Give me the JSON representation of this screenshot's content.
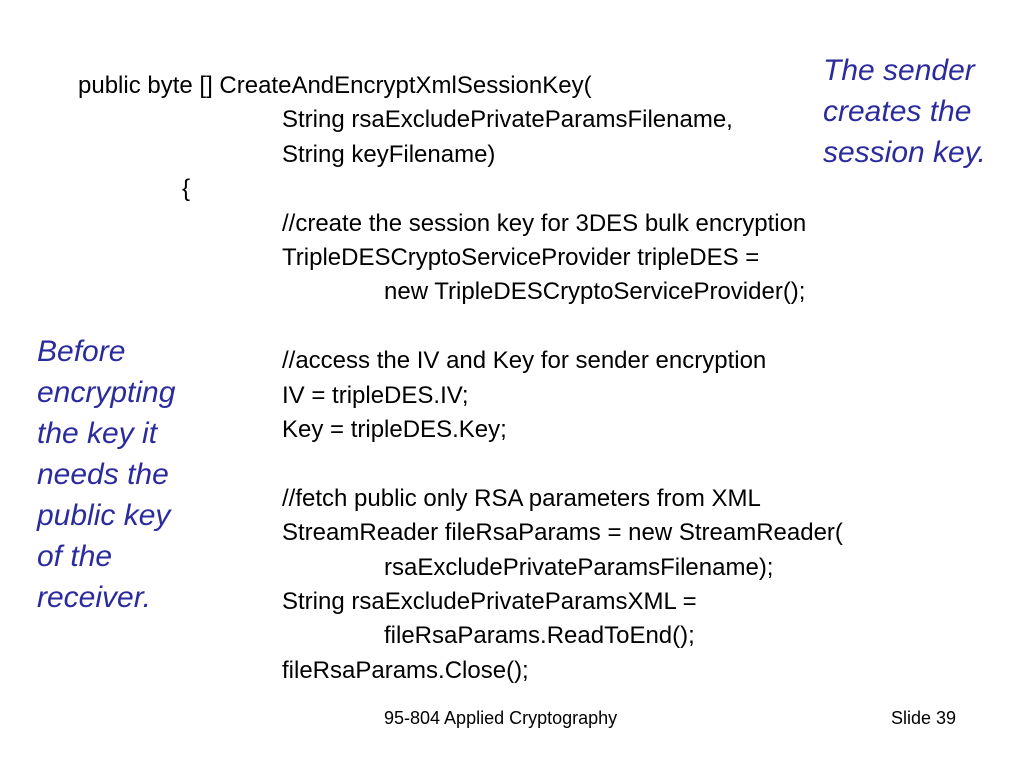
{
  "slide": {
    "code_lines": [
      {
        "text": "public byte [] CreateAndEncryptXmlSessionKey(",
        "indent": 0
      },
      {
        "text": "String rsaExcludePrivateParamsFilename,",
        "indent": 2
      },
      {
        "text": "String keyFilename)",
        "indent": 2
      },
      {
        "text": "{",
        "indent": 1
      },
      {
        "text": "//create the session key for 3DES bulk encryption",
        "indent": 2
      },
      {
        "text": "TripleDESCryptoServiceProvider tripleDES =",
        "indent": 2
      },
      {
        "text": "new TripleDESCryptoServiceProvider();",
        "indent": 3
      },
      {
        "text": "",
        "indent": 0
      },
      {
        "text": "//access the IV and Key for sender encryption",
        "indent": 2
      },
      {
        "text": "IV = tripleDES.IV;",
        "indent": 2
      },
      {
        "text": "Key = tripleDES.Key;",
        "indent": 2
      },
      {
        "text": "",
        "indent": 0
      },
      {
        "text": "//fetch public only RSA parameters from XML",
        "indent": 2
      },
      {
        "text": "StreamReader fileRsaParams = new StreamReader(",
        "indent": 2
      },
      {
        "text": "rsaExcludePrivateParamsFilename);",
        "indent": 3
      },
      {
        "text": "String rsaExcludePrivateParamsXML =",
        "indent": 2
      },
      {
        "text": "fileRsaParams.ReadToEnd();",
        "indent": 3
      },
      {
        "text": "fileRsaParams.Close();",
        "indent": 2
      }
    ],
    "note_sender": [
      "The sender",
      "creates the",
      "session key."
    ],
    "note_receiver": [
      "Before",
      "encrypting",
      "the key it",
      "needs the",
      "public key",
      "of the",
      "receiver."
    ],
    "footer_course": "95-804 Applied Cryptography",
    "footer_slide": "Slide 39",
    "colors": {
      "note_text": "#2b2b9e",
      "code_text": "#000000",
      "background": "#ffffff"
    }
  }
}
